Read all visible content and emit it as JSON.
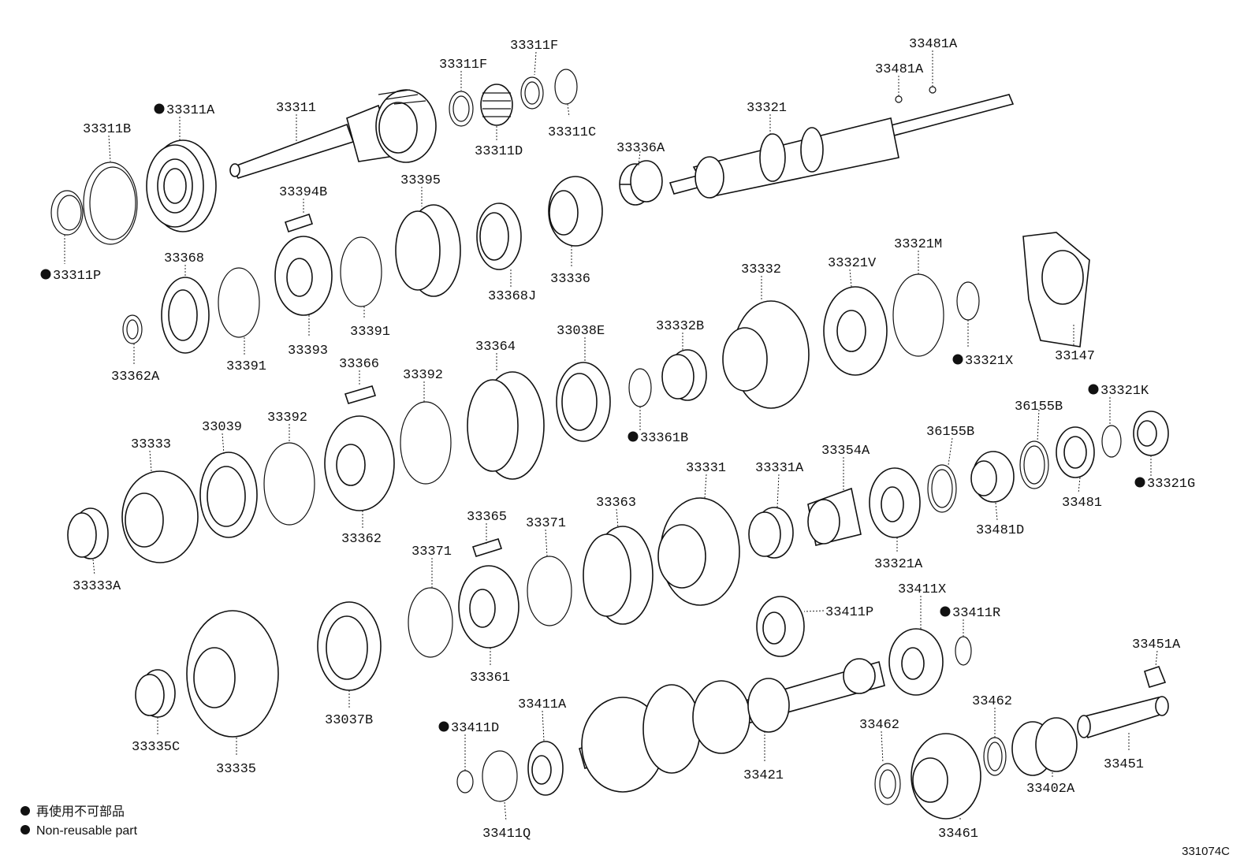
{
  "parts": [
    {
      "code": "33311B",
      "nonreusable": false
    },
    {
      "code": "33311A",
      "nonreusable": true
    },
    {
      "code": "33311",
      "nonreusable": false
    },
    {
      "code": "33311F",
      "nonreusable": false
    },
    {
      "code": "33311F",
      "nonreusable": false
    },
    {
      "code": "33311D",
      "nonreusable": false
    },
    {
      "code": "33311C",
      "nonreusable": false
    },
    {
      "code": "33481A",
      "nonreusable": false
    },
    {
      "code": "33481A",
      "nonreusable": false
    },
    {
      "code": "33321",
      "nonreusable": false
    },
    {
      "code": "33336A",
      "nonreusable": false
    },
    {
      "code": "33311P",
      "nonreusable": true
    },
    {
      "code": "33394B",
      "nonreusable": false
    },
    {
      "code": "33395",
      "nonreusable": false
    },
    {
      "code": "33368",
      "nonreusable": false
    },
    {
      "code": "33368J",
      "nonreusable": false
    },
    {
      "code": "33336",
      "nonreusable": false
    },
    {
      "code": "33391",
      "nonreusable": false
    },
    {
      "code": "33391",
      "nonreusable": false
    },
    {
      "code": "33393",
      "nonreusable": false
    },
    {
      "code": "33362A",
      "nonreusable": false
    },
    {
      "code": "33332",
      "nonreusable": false
    },
    {
      "code": "33321V",
      "nonreusable": false
    },
    {
      "code": "33321M",
      "nonreusable": false
    },
    {
      "code": "33321X",
      "nonreusable": true
    },
    {
      "code": "33147",
      "nonreusable": false
    },
    {
      "code": "33366",
      "nonreusable": false
    },
    {
      "code": "33364",
      "nonreusable": false
    },
    {
      "code": "33038E",
      "nonreusable": false
    },
    {
      "code": "33332B",
      "nonreusable": false
    },
    {
      "code": "33392",
      "nonreusable": false
    },
    {
      "code": "33392",
      "nonreusable": false
    },
    {
      "code": "33361B",
      "nonreusable": true
    },
    {
      "code": "33321K",
      "nonreusable": true
    },
    {
      "code": "36155B",
      "nonreusable": false
    },
    {
      "code": "36155B",
      "nonreusable": false
    },
    {
      "code": "33333",
      "nonreusable": false
    },
    {
      "code": "33039",
      "nonreusable": false
    },
    {
      "code": "33354A",
      "nonreusable": false
    },
    {
      "code": "33331",
      "nonreusable": false
    },
    {
      "code": "33331A",
      "nonreusable": false
    },
    {
      "code": "33321G",
      "nonreusable": true
    },
    {
      "code": "33481",
      "nonreusable": false
    },
    {
      "code": "33481D",
      "nonreusable": false
    },
    {
      "code": "33362",
      "nonreusable": false
    },
    {
      "code": "33363",
      "nonreusable": false
    },
    {
      "code": "33365",
      "nonreusable": false
    },
    {
      "code": "33371",
      "nonreusable": false
    },
    {
      "code": "33371",
      "nonreusable": false
    },
    {
      "code": "33321A",
      "nonreusable": false
    },
    {
      "code": "33333A",
      "nonreusable": false
    },
    {
      "code": "33411X",
      "nonreusable": false
    },
    {
      "code": "33411P",
      "nonreusable": false
    },
    {
      "code": "33411R",
      "nonreusable": true
    },
    {
      "code": "33361",
      "nonreusable": false
    },
    {
      "code": "33451A",
      "nonreusable": false
    },
    {
      "code": "33037B",
      "nonreusable": false
    },
    {
      "code": "33335C",
      "nonreusable": false
    },
    {
      "code": "33335",
      "nonreusable": false
    },
    {
      "code": "33411D",
      "nonreusable": true
    },
    {
      "code": "33411A",
      "nonreusable": false
    },
    {
      "code": "33462",
      "nonreusable": false
    },
    {
      "code": "33462",
      "nonreusable": false
    },
    {
      "code": "33421",
      "nonreusable": false
    },
    {
      "code": "33451",
      "nonreusable": false
    },
    {
      "code": "33402A",
      "nonreusable": false
    },
    {
      "code": "33411Q",
      "nonreusable": false
    },
    {
      "code": "33461",
      "nonreusable": false
    }
  ],
  "legend": {
    "japanese": "再使用不可部品",
    "english": "Non-reusable part"
  },
  "drawing_code": "331074C"
}
